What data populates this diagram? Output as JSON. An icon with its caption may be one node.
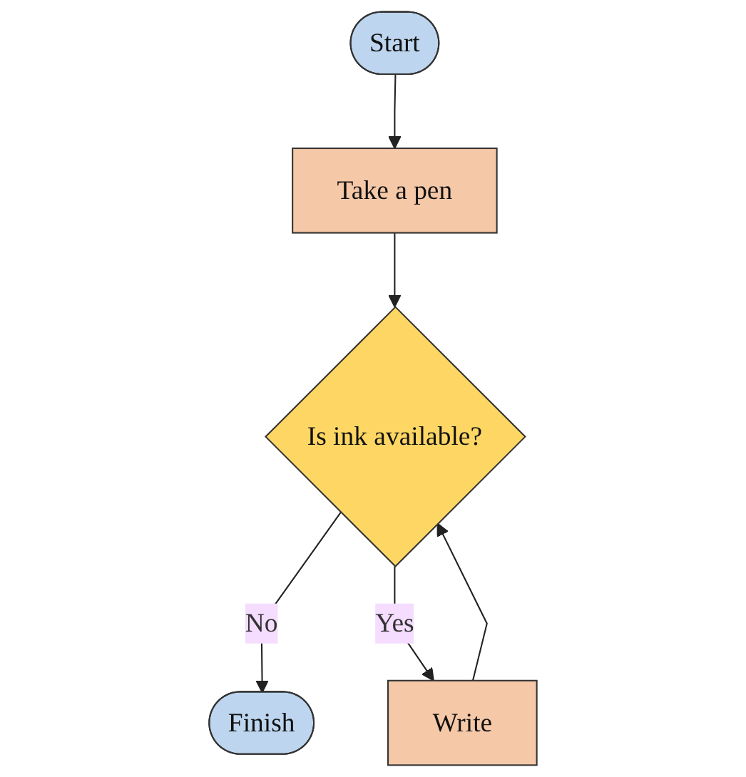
{
  "diagram": {
    "nodes": [
      {
        "text": [
          "Start"
        ]
      },
      {
        "text": [
          "Take a pen"
        ]
      },
      {
        "text": [
          "Is ink available?"
        ]
      },
      {
        "text": [
          "Finish"
        ]
      },
      {
        "text": [
          "Write"
        ]
      }
    ],
    "edges": [
      {
        "from": 0,
        "to": 1,
        "arrow": "to"
      },
      {
        "from": 1,
        "to": 2,
        "arrow": "to"
      },
      {
        "from": 2,
        "to": 3,
        "arrow": "to",
        "label": "No"
      },
      {
        "from": 2,
        "to": 4,
        "arrow": "to",
        "label": "Yes"
      },
      {
        "from": 4,
        "to": 2,
        "arrow": "to"
      }
    ]
  }
}
